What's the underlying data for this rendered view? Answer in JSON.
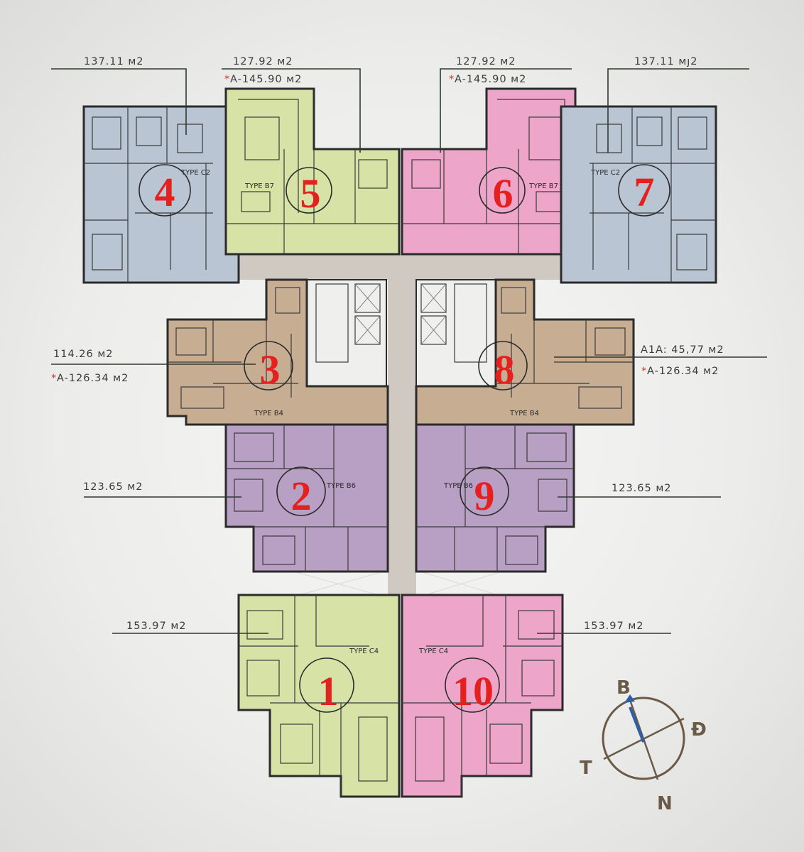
{
  "colors": {
    "blue_unit": "#b9c5d3",
    "green_unit": "#d6e2a6",
    "pink_unit": "#eda6c9",
    "tan_unit": "#c7ae92",
    "purple_unit": "#b89fc4",
    "corridor": "#cfc9c2",
    "number_red": "#e4211f",
    "compass_brown": "#6a5a47",
    "compass_needle": "#2f5ea8"
  },
  "units": [
    {
      "id": "1",
      "number": "1",
      "type_label": "TYPE C4",
      "area": "153.97 м2",
      "alt_area": ""
    },
    {
      "id": "2",
      "number": "2",
      "type_label": "TYPE B6",
      "area": "123.65 м2",
      "alt_area": ""
    },
    {
      "id": "3",
      "number": "3",
      "type_label": "TYPE B4",
      "area": "114.26 м2",
      "alt_area": "A-126.34 м2"
    },
    {
      "id": "4",
      "number": "4",
      "type_label": "TYPE C2",
      "area": "137.11 м2",
      "alt_area": ""
    },
    {
      "id": "5",
      "number": "5",
      "type_label": "TYPE B7",
      "area": "127.92 м2",
      "alt_area": "A-145.90 м2"
    },
    {
      "id": "6",
      "number": "6",
      "type_label": "TYPE B7",
      "area": "127.92 м2",
      "alt_area": "A-145.90 м2"
    },
    {
      "id": "7",
      "number": "7",
      "type_label": "TYPE C2",
      "area": "137.11 мȷ2",
      "alt_area": ""
    },
    {
      "id": "8",
      "number": "8",
      "type_label": "TYPE B4",
      "area": "A1A: 45,77 м2",
      "alt_area": "A-126.34 м2"
    },
    {
      "id": "9",
      "number": "9",
      "type_label": "TYPE B6",
      "area": "123.65 м2",
      "alt_area": ""
    },
    {
      "id": "10",
      "number": "10",
      "type_label": "TYPE C4",
      "area": "153.97 м2",
      "alt_area": ""
    }
  ],
  "alt_area_marker": "*",
  "compass": {
    "north": "B",
    "east": "Đ",
    "south": "N",
    "west": "T"
  }
}
